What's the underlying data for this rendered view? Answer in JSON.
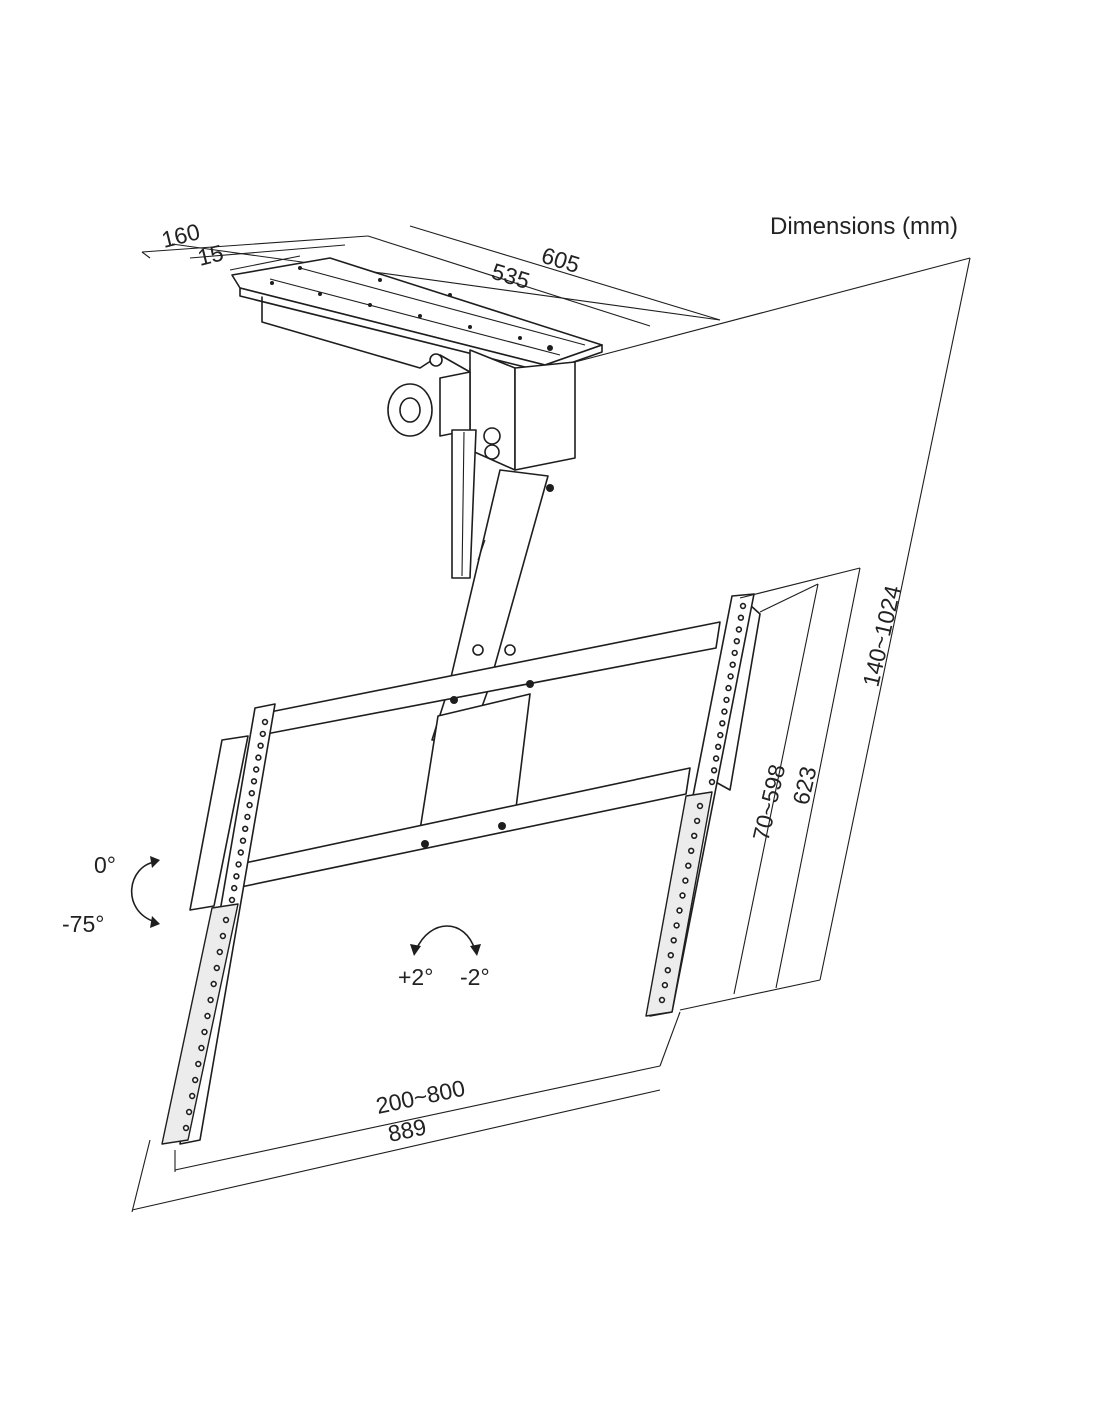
{
  "title": "Dimensions (mm)",
  "dimensions": {
    "plate_depth": "160",
    "plate_offset": "15",
    "plate_total_width": "605",
    "plate_hole_spacing": "535",
    "height_range": "140~1024",
    "panel_height": "623",
    "vesa_vertical": "70~598",
    "vesa_horizontal": "200~800",
    "panel_width": "889"
  },
  "rotation": {
    "tilt_top": "0°",
    "tilt_bottom": "-75°",
    "level_left": "+2°",
    "level_right": "-2°"
  },
  "colors": {
    "line": "#1e1e1e",
    "background": "#ffffff"
  }
}
